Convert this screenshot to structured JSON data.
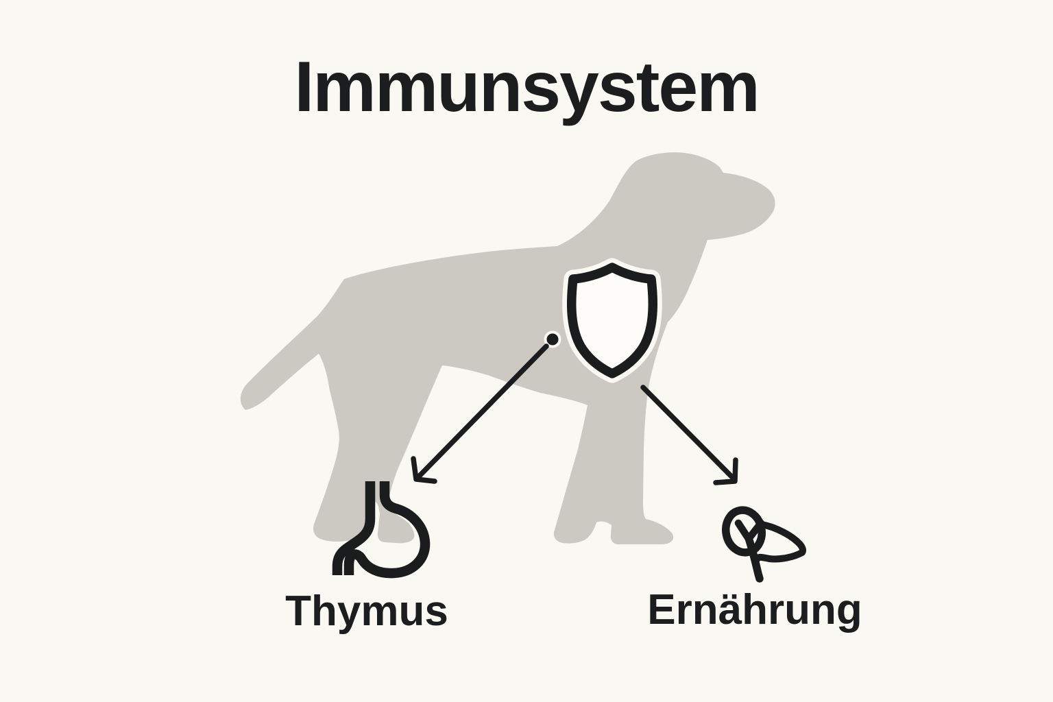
{
  "diagram": {
    "title": "Immunsystem",
    "subject": "dog-silhouette",
    "center_icon": "shield-icon",
    "callouts": [
      {
        "id": "thymus",
        "label": "Thymus",
        "icon": "stomach-icon",
        "position": "bottom-left"
      },
      {
        "id": "ernaehrung",
        "label": "Ernährung",
        "icon": "plant-sprout-icon",
        "position": "bottom-right"
      }
    ]
  },
  "colors": {
    "background": "#FAF8F3",
    "ink": "#1B1C1E",
    "dog_gray": "#CCC9C2",
    "shield_fill": "#FDFCF8"
  }
}
